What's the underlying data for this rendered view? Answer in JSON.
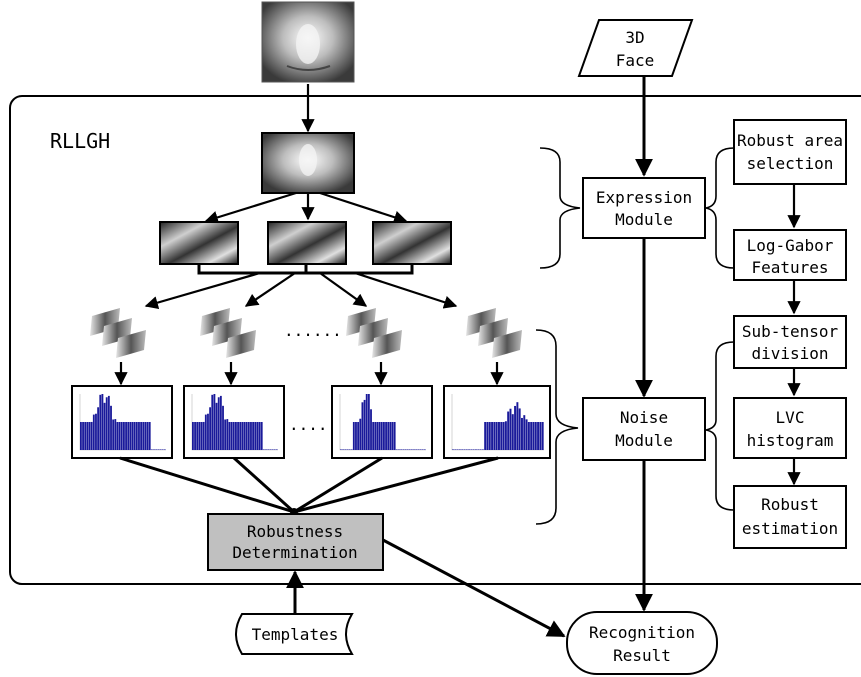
{
  "diagram": {
    "group_title": "RLLGH",
    "input_label": [
      "3D",
      "Face"
    ],
    "expression_module": [
      "Expression",
      "Module"
    ],
    "noise_module": [
      "Noise",
      "Module"
    ],
    "robust_area": [
      "Robust area",
      "selection"
    ],
    "log_gabor": [
      "Log-Gabor",
      "Features"
    ],
    "sub_tensor": [
      "Sub-tensor",
      "division"
    ],
    "lvc_histogram": [
      "LVC",
      "histogram"
    ],
    "robust_estimation": [
      "Robust",
      "estimation"
    ],
    "robustness_determination": [
      "Robustness",
      "Determination"
    ],
    "templates": "Templates",
    "recognition_result": [
      "Recognition",
      "Result"
    ],
    "ellipsis": "......"
  }
}
